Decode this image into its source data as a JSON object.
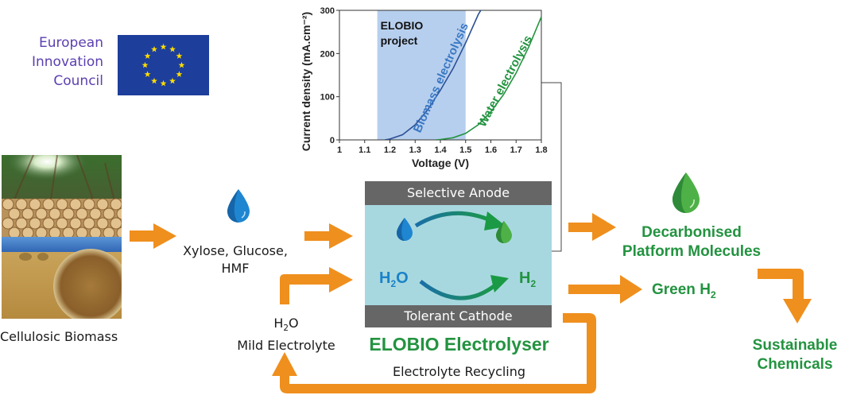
{
  "eic_logo": {
    "lines": [
      "European",
      "Innovation",
      "Council"
    ],
    "color": "#5b3fb0"
  },
  "eu_flag": {
    "icon": "eu-flag-icon",
    "background": "#1d3e9a",
    "star_color": "#ffdd00",
    "star_count": 12
  },
  "biomass": {
    "label": "Cellulosic Biomass",
    "image": "biomass-photo (forest, logs, hay bale)"
  },
  "feedstock": {
    "label_line1": "Xylose, Glucose,",
    "label_line2": "HMF",
    "icon": "blue-droplet-icon"
  },
  "electrolyte": {
    "h2o": "H",
    "h2o_sub": "2",
    "h2o_tail": "O",
    "label": "Mild Electrolyte"
  },
  "electrolyser": {
    "anode_label": "Selective Anode",
    "cathode_label": "Tolerant Cathode",
    "h2o_left": "H",
    "h2o_sub": "2",
    "h2o_right": "O",
    "h2_main": "H",
    "h2_sub": "2",
    "title": "ELOBIO Electrolyser",
    "cell_color": "#a8d8df",
    "bar_color": "#666666"
  },
  "recycling": {
    "label": "Electrolyte Recycling"
  },
  "outputs": {
    "platform_line1": "Decarbonised",
    "platform_line2": "Platform Molecules",
    "green_h2_main": "Green H",
    "green_h2_sub": "2",
    "chemicals_line1": "Sustainable",
    "chemicals_line2": "Chemicals"
  },
  "colors": {
    "arrow": "#ef8f1d",
    "green": "#239340",
    "blue": "#3a78c4"
  },
  "chart_data": {
    "type": "line",
    "title": "",
    "xlabel": "Voltage (V)",
    "ylabel": "Current density (mA.cm⁻²)",
    "xlim": [
      1.0,
      1.8
    ],
    "ylim": [
      0,
      300
    ],
    "xticks": [
      "1",
      "1.1",
      "1.2",
      "1.3",
      "1.4",
      "1.5",
      "1.6",
      "1.7",
      "1.8"
    ],
    "yticks": [
      "0",
      "100",
      "200",
      "300"
    ],
    "shaded_region": {
      "x": [
        1.15,
        1.5
      ],
      "label_line1": "ELOBIO",
      "label_line2": "project",
      "color": "#b7cfee"
    },
    "series": [
      {
        "name": "Biomass electrolysis",
        "color": "#2a4f93",
        "label_color": "#3a78c4",
        "x": [
          1.18,
          1.2,
          1.25,
          1.3,
          1.35,
          1.4,
          1.45,
          1.5,
          1.55,
          1.56
        ],
        "y": [
          0,
          2,
          12,
          35,
          70,
          115,
          165,
          225,
          290,
          300
        ]
      },
      {
        "name": "Water electrolysis",
        "color": "#239340",
        "label_color": "#239340",
        "x": [
          1.38,
          1.4,
          1.45,
          1.5,
          1.55,
          1.6,
          1.65,
          1.7,
          1.75,
          1.8
        ],
        "y": [
          0,
          1,
          5,
          15,
          35,
          65,
          105,
          155,
          215,
          285
        ]
      }
    ],
    "grid": false
  }
}
